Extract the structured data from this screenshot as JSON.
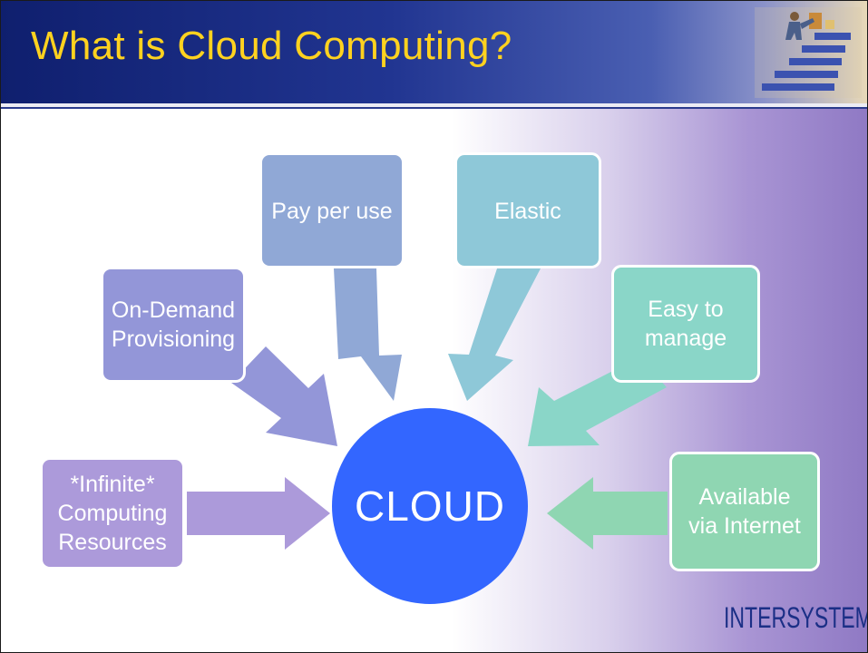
{
  "slide": {
    "title": "What is Cloud Computing?",
    "center": "CLOUD",
    "logo": "INTERSYSTEMS"
  },
  "nodes": [
    {
      "id": "pay",
      "lines": [
        "Pay per use"
      ],
      "color": "#90a8d6"
    },
    {
      "id": "elastic",
      "lines": [
        "Elastic"
      ],
      "color": "#8ec8d8"
    },
    {
      "id": "ondemand",
      "lines": [
        "On-Demand",
        "Provisioning"
      ],
      "color": "#9396d8"
    },
    {
      "id": "easy",
      "lines": [
        "Easy to",
        "manage"
      ],
      "color": "#8ad6c8"
    },
    {
      "id": "infinite",
      "lines": [
        "*Infinite*",
        "Computing",
        "Resources"
      ],
      "color": "#ac9ada"
    },
    {
      "id": "internet",
      "lines": [
        "Available",
        "via Internet"
      ],
      "color": "#8fd6b2"
    }
  ],
  "colors": {
    "title": "#ffd21f",
    "header": "#213591",
    "center": "#3366ff",
    "logo": "#1b2f86"
  },
  "icons": [
    "person-on-stairs-icon"
  ]
}
